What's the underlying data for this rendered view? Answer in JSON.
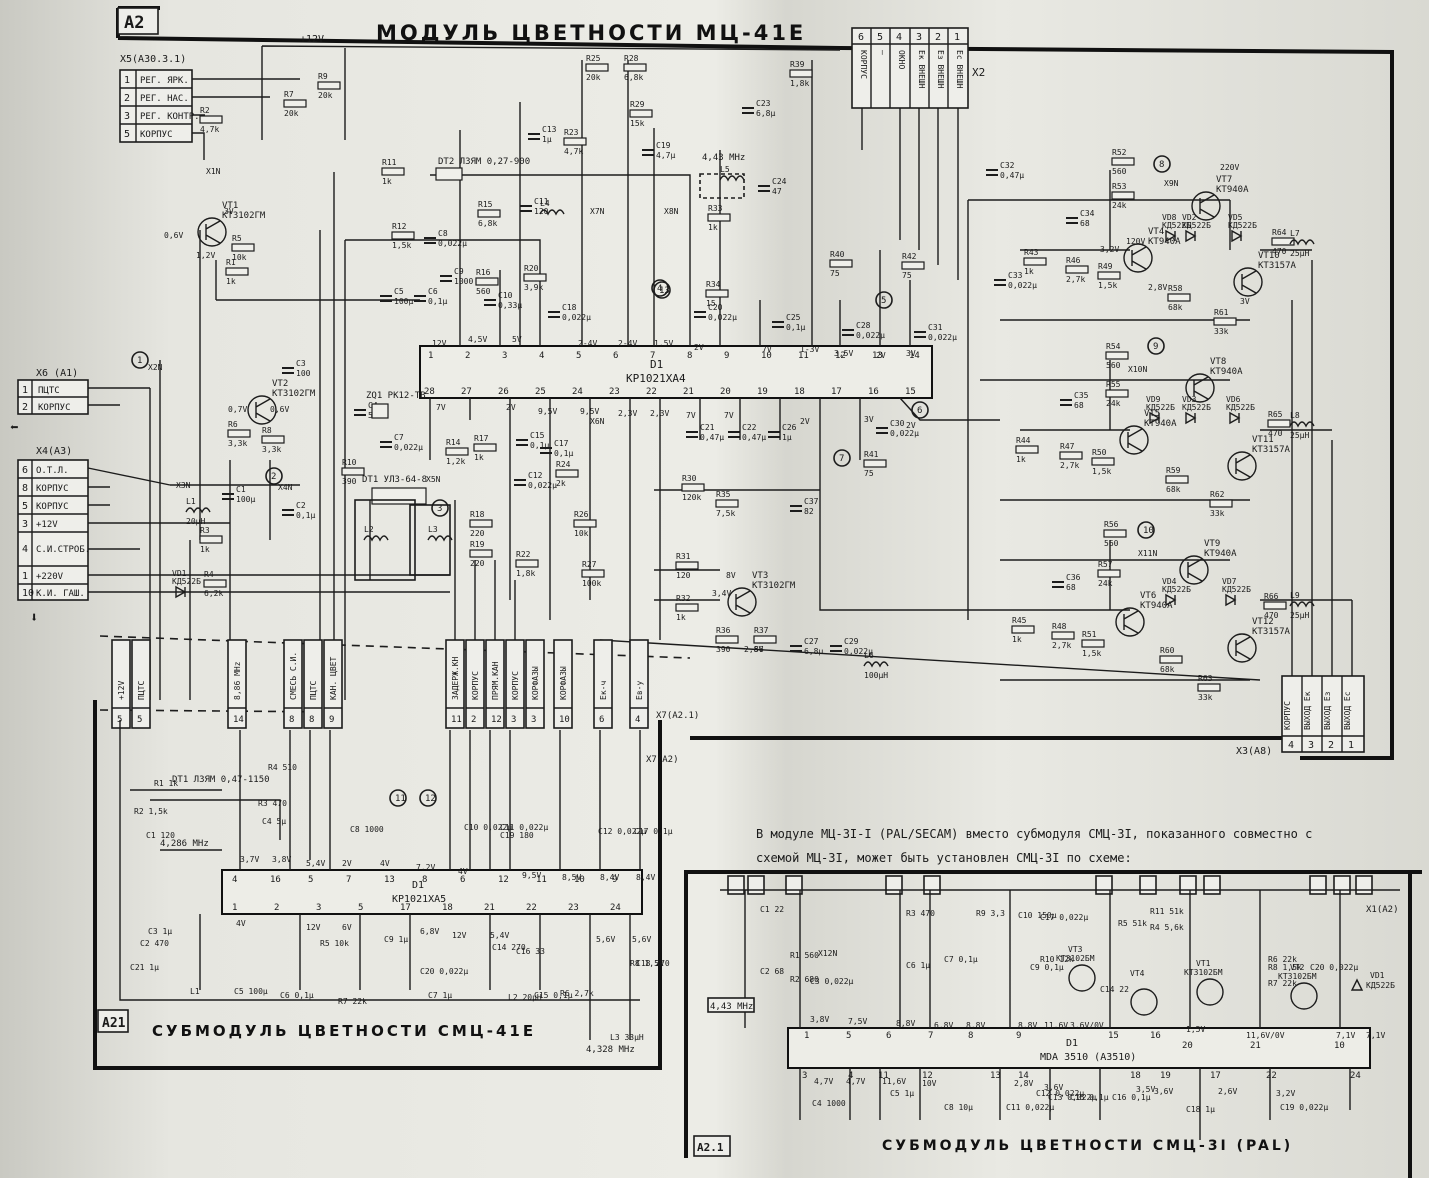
{
  "main_title": "МОДУЛЬ ЦВЕТНОСТИ МЦ-41Е",
  "main_block_id": "A2",
  "sub1_title": "СУБМОДУЛЬ ЦВЕТНОСТИ СМЦ-41Е",
  "sub1_block_id": "A21",
  "sub2_title": "СУБМОДУЛЬ ЦВЕТНОСТИ СМЦ-3I (PAL)",
  "sub2_block_id": "A2.1",
  "note_lines": [
    "В модуле МЦ-3I-I (PAL/SECAM) вместо субмодуля СМЦ-3I, показанного совместно с",
    "схемой МЦ-3I, может быть установлен СМЦ-3I по схеме:"
  ],
  "rail_12v": "+12V",
  "connectors": {
    "x5": {
      "id": "X5(A30.3.1)",
      "pins": [
        [
          "1",
          "РЕГ. ЯРК."
        ],
        [
          "2",
          "РЕГ. НАС."
        ],
        [
          "3",
          "РЕГ. КОНТР."
        ],
        [
          "5",
          "КОРПУС"
        ]
      ]
    },
    "x6": {
      "id": "X6 (A1)",
      "pins": [
        [
          "1",
          "ПЦТС"
        ],
        [
          "2",
          "КОРПУС"
        ]
      ]
    },
    "x4": {
      "id": "X4(A3)",
      "pins": [
        [
          "6",
          "О.Т.Л."
        ],
        [
          "8",
          "КОРПУС"
        ],
        [
          "5",
          "КОРПУС"
        ],
        [
          "3",
          "+12V"
        ],
        [
          "4",
          "С.И.СТРОБ."
        ],
        [
          "1",
          "+220V"
        ],
        [
          "10",
          "К.И. ГАШ."
        ]
      ]
    },
    "x2": {
      "id": "X2",
      "pins": [
        [
          "6",
          "КОРПУС"
        ],
        [
          "5",
          "—"
        ],
        [
          "4",
          "ОКНО"
        ],
        [
          "3",
          "Ек ВНЕШН"
        ],
        [
          "2",
          "Ез ВНЕШН"
        ],
        [
          "1",
          "Ес ВНЕШН"
        ]
      ]
    },
    "x3": {
      "id": "X3(A8)",
      "pins": [
        [
          "4",
          "КОРПУС"
        ],
        [
          "3",
          "ВЫХОД Ек"
        ],
        [
          "2",
          "ВЫХОД Ез"
        ],
        [
          "1",
          "ВЫХОД Ес"
        ]
      ]
    }
  },
  "ic_d1": {
    "ref": "D1",
    "part": "КР1021ХА4"
  },
  "ic_d1_sub": {
    "ref": "D1",
    "part": "КР1021ХА5"
  },
  "ic_d1_pal": {
    "ref": "D1",
    "part": "MDA 3510 (A3510)"
  },
  "sub_conn_labels": [
    "+12V",
    "ПЦТС",
    "8,86 МНz",
    "СМЕСЬ С.И.",
    "ПЦТС",
    "КАН. ЦВЕТ",
    "ЗАДЕРЖ.КН",
    "КОРПУС",
    "ПРЯМ.КАН",
    "КОРПУС",
    "КОРФАЗЫ",
    "КОРФАЗЫ",
    "Ек-ч",
    "Ев-у"
  ],
  "sub_conn_pins": [
    "5",
    "5",
    "14",
    "8",
    "8",
    "9",
    "11",
    "2",
    "12",
    "3",
    "3",
    "10",
    "6",
    "4"
  ],
  "transistors": [
    {
      "ref": "VT1",
      "part": "КТ3102ГМ"
    },
    {
      "ref": "VT2",
      "part": "КТ3102ГМ"
    },
    {
      "ref": "VT3",
      "part": "КТ3102ГМ"
    },
    {
      "ref": "VT4",
      "part": "КТ940А"
    },
    {
      "ref": "VT5",
      "part": "КТ940А"
    },
    {
      "ref": "VT6",
      "part": "КТ940А"
    },
    {
      "ref": "VT7",
      "part": "КТ940А"
    },
    {
      "ref": "VT8",
      "part": "КТ940А"
    },
    {
      "ref": "VT9",
      "part": "КТ940А"
    },
    {
      "ref": "VT10",
      "part": "КТ3157А"
    },
    {
      "ref": "VT11",
      "part": "КТ3157А"
    },
    {
      "ref": "VT12",
      "part": "КТ3157А"
    }
  ],
  "diodes": [
    {
      "ref": "VD1",
      "part": "КД522Б"
    },
    {
      "ref": "VD2",
      "part": "КД522Б"
    },
    {
      "ref": "VD3",
      "part": "КД522Б"
    },
    {
      "ref": "VD4",
      "part": "КД522Б"
    },
    {
      "ref": "VD5",
      "part": "КД522Б"
    },
    {
      "ref": "VD6",
      "part": "КД522Б"
    },
    {
      "ref": "VD7",
      "part": "КД522Б"
    },
    {
      "ref": "VD8",
      "part": "КД522Б"
    },
    {
      "ref": "VD9",
      "part": "КД522Б"
    }
  ],
  "parts": {
    "dt2": "DT2 ЛЗЯМ 0,27-900",
    "dt1": "DT1 УЛЗ-64-8",
    "zq1": "ZQ1 РК12-ТВ",
    "dt1_sub": "DT1 ЛЗЯМ 0,47-1150",
    "freq_443": "4,43 МНz",
    "freq_4286": "4,286 МНz",
    "freq_4328": "4,328 МНz",
    "freq_443_pal": "4,43 МНz"
  },
  "resistors": [
    [
      "R9",
      "20k"
    ],
    [
      "R7",
      "20k"
    ],
    [
      "R2",
      "4,7k"
    ],
    [
      "R25",
      "20k"
    ],
    [
      "R28",
      "6,8k"
    ],
    [
      "R29",
      "15k"
    ],
    [
      "R23",
      "4,7k"
    ],
    [
      "R39",
      "1,8k"
    ],
    [
      "R11",
      "1k"
    ],
    [
      "R12",
      "1,5k"
    ],
    [
      "R15",
      "6,8k"
    ],
    [
      "R16",
      "560"
    ],
    [
      "R20",
      "3,9k"
    ],
    [
      "R33",
      "1k"
    ],
    [
      "R34",
      "15"
    ],
    [
      "R5",
      "10k"
    ],
    [
      "R1",
      "1k"
    ],
    [
      "R6",
      "3,3k"
    ],
    [
      "R8",
      "3,3k"
    ],
    [
      "R10",
      "390"
    ],
    [
      "R14",
      "1,2k"
    ],
    [
      "R17",
      "1k"
    ],
    [
      "R18",
      "220"
    ],
    [
      "R19",
      "220"
    ],
    [
      "R22",
      "1,8k"
    ],
    [
      "R24",
      "2k"
    ],
    [
      "R26",
      "10k"
    ],
    [
      "R27",
      "100k"
    ],
    [
      "R30",
      "120k"
    ],
    [
      "R35",
      "7,5k"
    ],
    [
      "R31",
      "120"
    ],
    [
      "R32",
      "1k"
    ],
    [
      "R36",
      "390"
    ],
    [
      "R37",
      "56"
    ],
    [
      "R3",
      "1k"
    ],
    [
      "R4",
      "6,2k"
    ],
    [
      "R40",
      "75"
    ],
    [
      "R41",
      "75"
    ],
    [
      "R42",
      "75"
    ],
    [
      "R52",
      "560"
    ],
    [
      "R53",
      "24k"
    ],
    [
      "R43",
      "1k"
    ],
    [
      "R46",
      "2,7k"
    ],
    [
      "R49",
      "1,5k"
    ],
    [
      "R58",
      "68k"
    ],
    [
      "R64",
      "470"
    ],
    [
      "R61",
      "33k"
    ],
    [
      "R54",
      "560"
    ],
    [
      "R55",
      "24k"
    ],
    [
      "R44",
      "1k"
    ],
    [
      "R47",
      "2,7k"
    ],
    [
      "R50",
      "1,5k"
    ],
    [
      "R59",
      "68k"
    ],
    [
      "R65",
      "470"
    ],
    [
      "R62",
      "33k"
    ],
    [
      "R56",
      "560"
    ],
    [
      "R57",
      "24k"
    ],
    [
      "R45",
      "1k"
    ],
    [
      "R48",
      "2,7k"
    ],
    [
      "R51",
      "1,5k"
    ],
    [
      "R60",
      "68k"
    ],
    [
      "R66",
      "470"
    ],
    [
      "R63",
      "33k"
    ]
  ],
  "capacitors": [
    [
      "C23",
      "6,8µ"
    ],
    [
      "C13",
      "1µ"
    ],
    [
      "C19",
      "4,7µ"
    ],
    [
      "C24",
      "47"
    ],
    [
      "C11",
      "120"
    ],
    [
      "C8",
      "0,022µ"
    ],
    [
      "C9",
      "1000"
    ],
    [
      "C10",
      "0,33µ"
    ],
    [
      "C5",
      "100µ"
    ],
    [
      "C6",
      "0,1µ"
    ],
    [
      "C18",
      "0,022µ"
    ],
    [
      "C20",
      "0,022µ"
    ],
    [
      "C25",
      "0,1µ"
    ],
    [
      "C28",
      "0,022µ"
    ],
    [
      "C31",
      "0,022µ"
    ],
    [
      "C32",
      "0,47µ"
    ],
    [
      "C33",
      "0,022µ"
    ],
    [
      "C34",
      "68"
    ],
    [
      "C35",
      "68"
    ],
    [
      "C36",
      "68"
    ],
    [
      "C3",
      "100"
    ],
    [
      "C4",
      "5/20"
    ],
    [
      "C7",
      "0,022µ"
    ],
    [
      "C15",
      "0,1µ"
    ],
    [
      "C17",
      "0,1µ"
    ],
    [
      "C12",
      "0,022µ"
    ],
    [
      "C21",
      "0,47µ"
    ],
    [
      "C22",
      "0,47µ"
    ],
    [
      "C26",
      "1µ"
    ],
    [
      "C30",
      "0,022µ"
    ],
    [
      "C37",
      "82"
    ],
    [
      "C1",
      "100µ"
    ],
    [
      "C2",
      "0,1µ"
    ],
    [
      "C27",
      "6,8µ"
    ],
    [
      "C29",
      "0,022µ"
    ]
  ],
  "inductors": [
    [
      "L4",
      ""
    ],
    [
      "L5",
      ""
    ],
    [
      "L1",
      "20µH"
    ],
    [
      "L2",
      ""
    ],
    [
      "L3",
      ""
    ],
    [
      "L6",
      "100µH"
    ],
    [
      "L7",
      "25µH"
    ],
    [
      "L8",
      "25µH"
    ],
    [
      "L9",
      "25µH"
    ]
  ],
  "nets": [
    "1",
    "2",
    "3",
    "4",
    "5",
    "6",
    "7",
    "8",
    "9",
    "10",
    "11",
    "12",
    "13"
  ],
  "voltages": [
    "3V",
    "0,6V",
    "1,2V",
    "0,7V",
    "0,6V",
    "12V",
    "4,5V",
    "5V",
    "2-4V",
    "2-4V",
    "1,5V",
    "2V",
    "7V",
    "1-3V",
    "3,5V",
    "2V",
    "3V",
    "7V",
    "2V",
    "9,5V",
    "9,5V",
    "2,3V",
    "2,3V",
    "7V",
    "7V",
    "2V",
    "2V",
    "3V",
    "8V",
    "3,4V",
    "2,8V",
    "220V",
    "120V",
    "3,2V",
    "2,8V",
    "3V"
  ],
  "ic_pins_top": [
    "1",
    "2",
    "3",
    "4",
    "5",
    "6",
    "7",
    "8",
    "9",
    "10",
    "11",
    "12",
    "13",
    "14"
  ],
  "ic_pins_bot": [
    "28",
    "27",
    "26",
    "25",
    "24",
    "23",
    "22",
    "21",
    "20",
    "19",
    "18",
    "17",
    "16",
    "15"
  ],
  "sub_ic_pins_top": [
    "4",
    "16",
    "5",
    "7",
    "13",
    "8",
    "6",
    "12",
    "11",
    "10",
    "9"
  ],
  "sub_ic_pins_bot": [
    "1",
    "2",
    "3",
    "5",
    "17",
    "18",
    "21",
    "22",
    "23",
    "24"
  ],
  "sub_voltages": [
    "3,7V",
    "3,8V",
    "5,4V",
    "2V",
    "4V",
    "7,2V",
    "4V",
    "9,5V",
    "8,5V",
    "8,4V",
    "8,4V",
    "4V",
    "12V",
    "6V",
    "6,8V",
    "12V",
    "5,4V",
    "5,6V",
    "5,6V"
  ],
  "sub_parts": [
    [
      "R1",
      "1k"
    ],
    [
      "R2",
      "1,5k"
    ],
    [
      "R3",
      "470"
    ],
    [
      "R4",
      "510"
    ],
    [
      "R5",
      "10k"
    ],
    [
      "R6",
      "2,7k"
    ],
    [
      "R7",
      "22k"
    ],
    [
      "R8",
      "1,5k"
    ],
    [
      "C1",
      "120"
    ],
    [
      "C2",
      "470"
    ],
    [
      "C3",
      "1µ"
    ],
    [
      "C4",
      "5µ"
    ],
    [
      "C5",
      "100µ"
    ],
    [
      "C6",
      "0,1µ"
    ],
    [
      "C7",
      "1µ"
    ],
    [
      "C8",
      "1000"
    ],
    [
      "C9",
      "1µ"
    ],
    [
      "C10",
      "0,022µ"
    ],
    [
      "C11",
      "0,022µ"
    ],
    [
      "C12",
      "0,022µ"
    ],
    [
      "C14",
      "270"
    ],
    [
      "C15",
      "0,1µ"
    ],
    [
      "C16",
      "33"
    ],
    [
      "C17",
      "0,1µ"
    ],
    [
      "C18",
      "270"
    ],
    [
      "C19",
      "180"
    ],
    [
      "C20",
      "0,022µ"
    ],
    [
      "C21",
      "1µ"
    ],
    [
      "L1",
      ""
    ],
    [
      "L2",
      "20µH"
    ],
    [
      "L3",
      "33µH"
    ],
    [
      "L4",
      ""
    ]
  ],
  "pal_parts": [
    [
      "R1",
      "560"
    ],
    [
      "R2",
      "680"
    ],
    [
      "R3",
      "470"
    ],
    [
      "R4",
      "5,6k"
    ],
    [
      "R5",
      "51k"
    ],
    [
      "R6",
      "22k"
    ],
    [
      "R7",
      "22k"
    ],
    [
      "R8",
      "1,5k"
    ],
    [
      "R9",
      "3,3"
    ],
    [
      "R10",
      "12k"
    ],
    [
      "R11",
      "51k"
    ],
    [
      "C1",
      "22"
    ],
    [
      "C2",
      "68"
    ],
    [
      "C3",
      "0,022µ"
    ],
    [
      "C4",
      "1000"
    ],
    [
      "C5",
      "1µ"
    ],
    [
      "C6",
      "1µ"
    ],
    [
      "C7",
      "0,1µ"
    ],
    [
      "C8",
      "10µ"
    ],
    [
      "C9",
      "0,1µ"
    ],
    [
      "C10",
      "150µ"
    ],
    [
      "C11",
      "0,022µ"
    ],
    [
      "C12",
      "0,022µ"
    ],
    [
      "C13",
      "0,022µ"
    ],
    [
      "C14",
      "22"
    ],
    [
      "C15",
      "0,1µ"
    ],
    [
      "C16",
      "0,1µ"
    ],
    [
      "C17",
      "0,022µ"
    ],
    [
      "C18",
      "1µ"
    ],
    [
      "C19",
      "0,022µ"
    ],
    [
      "C20",
      "0,022µ"
    ],
    [
      "C21",
      "1µ"
    ]
  ],
  "pal_transistors": [
    [
      "VT1",
      "КТ3102БМ"
    ],
    [
      "VT2",
      "КТ3102БМ"
    ],
    [
      "VT3",
      "КТ3102БМ"
    ],
    [
      "VT4",
      ""
    ]
  ],
  "pal_diode": [
    "VD1",
    "КД522Б"
  ],
  "pal_voltages": [
    "3,8V",
    "7,5V",
    "8,8V",
    "6,8V",
    "8,8V",
    "8,8V",
    "11,6V",
    "3,6V/0V",
    "1,5V",
    "11,6V/0V",
    "7,1V",
    "7,1V",
    "4,7V",
    "4,7V",
    "11,6V",
    "10V",
    "2,8V",
    "3,6V",
    "3,5V",
    "3,6V",
    "2,6V",
    "3,2V"
  ],
  "pal_pins": [
    "1",
    "5",
    "6",
    "7",
    "8",
    "9",
    "15",
    "16",
    "20",
    "21",
    "10",
    "3",
    "4",
    "11",
    "12",
    "13",
    "14",
    "17",
    "18",
    "19",
    "22",
    "24"
  ],
  "pins_x1": "X1(A2)",
  "pins_x7": "X7(A2.1)",
  "pins_x7b": "X7(A2)",
  "signal_tags": [
    "X1N",
    "X2N",
    "X3N",
    "X4N",
    "X5N",
    "X6N",
    "X7N",
    "X8N",
    "X9N",
    "X10N",
    "X11N",
    "X12N"
  ]
}
